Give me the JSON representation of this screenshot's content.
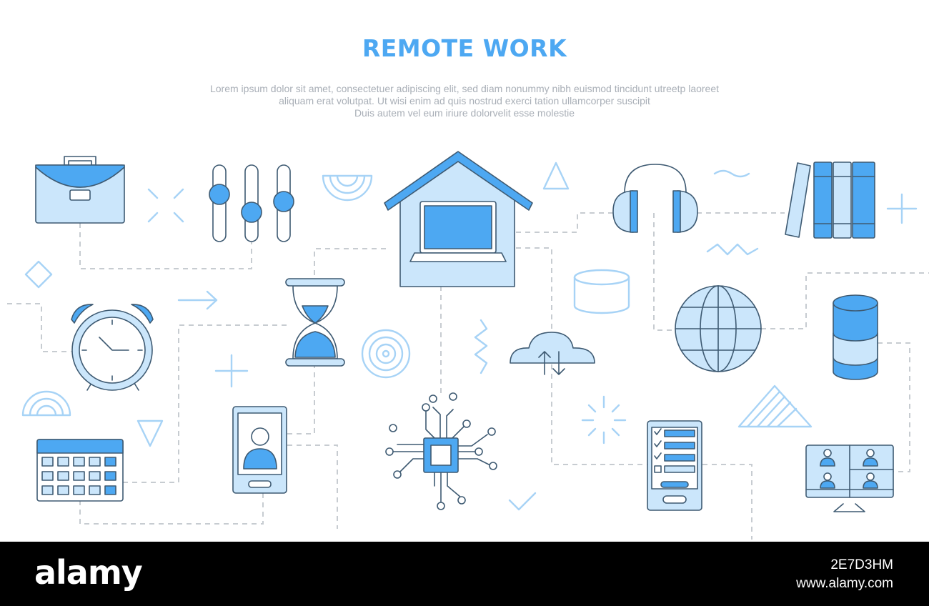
{
  "header": {
    "title": "REMOTE WORK",
    "description_lines": [
      "Lorem ipsum dolor sit amet, consectetuer adipiscing elit, sed diam nonummy nibh euismod tincidunt utreetp laoreet",
      "aliquam erat volutpat. Ut wisi enim ad  quis nostrud exerci tation ullamcorper suscipit",
      "Duis autem vel eum iriure dolorvelit esse molestie"
    ]
  },
  "colors": {
    "accent": "#4da8f2",
    "fill_light": "#cbe6fb",
    "fill_mid": "#7ec2f7",
    "outline": "#3e5a72",
    "decor": "#a7d3f6",
    "dashed": "#c7ccd1",
    "background": "#ffffff",
    "footer": "#000000"
  },
  "icons": [
    "briefcase-icon",
    "equalizer-sliders-icon",
    "home-laptop-icon",
    "headphones-icon",
    "books-icon",
    "alarm-clock-icon",
    "hourglass-icon",
    "database-icon",
    "globe-icon",
    "cloud-transfer-icon",
    "calendar-icon",
    "smartphone-profile-icon",
    "processor-chip-icon",
    "checklist-tablet-icon",
    "video-conference-icon"
  ],
  "footer": {
    "logo": "alamy",
    "image_id": "2E7D3HM",
    "site": "www.alamy.com"
  }
}
